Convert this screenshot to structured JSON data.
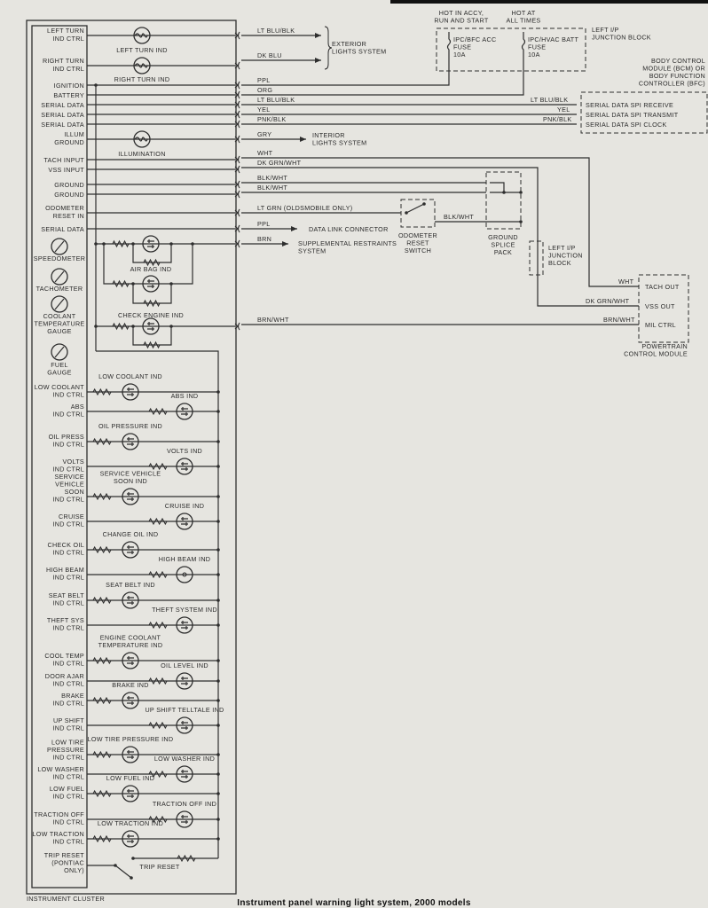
{
  "caption": "Instrument panel warning light system, 2000 models",
  "cluster": {
    "title": "INSTRUMENT CLUSTER",
    "pins": [
      [
        "LEFT TURN",
        "IND CTRL"
      ],
      [
        "RIGHT TURN",
        "IND CTRL"
      ],
      [
        "IGNITION"
      ],
      [
        "BATTERY"
      ],
      [
        "SERIAL DATA"
      ],
      [
        "SERIAL DATA"
      ],
      [
        "SERIAL DATA"
      ],
      [
        "ILLUM",
        "GROUND"
      ],
      [
        "TACH INPUT"
      ],
      [
        "VSS INPUT"
      ],
      [
        "GROUND"
      ],
      [
        "GROUND"
      ],
      [
        "ODOMETER",
        "RESET IN"
      ],
      [
        "SERIAL DATA"
      ]
    ],
    "lamps_top": [
      {
        "name": "LEFT TURN IND"
      },
      {
        "name": "RIGHT TURN IND"
      },
      {
        "name": "ILLUMINATION"
      },
      {
        "name": "AIR BAG IND"
      },
      {
        "name": "CHECK ENGINE IND"
      }
    ],
    "gauges": [
      [
        "SPEEDOMETER"
      ],
      [
        "TACHOMETER"
      ],
      [
        "COOLANT",
        "TEMPERATURE",
        "GAUGE"
      ],
      [
        "FUEL",
        "GAUGE"
      ]
    ],
    "indicators": [
      {
        "ctrl": [
          "LOW COOLANT",
          "IND CTRL"
        ],
        "name": [
          "LOW COOLANT IND"
        ]
      },
      {
        "ctrl": [
          "ABS",
          "IND CTRL"
        ],
        "name": [
          "ABS IND"
        ]
      },
      {
        "ctrl": [
          "OIL PRESS",
          "IND CTRL"
        ],
        "name": [
          "OIL PRESSURE IND"
        ]
      },
      {
        "ctrl": [
          "VOLTS",
          "IND CTRL"
        ],
        "name": [
          "VOLTS IND"
        ]
      },
      {
        "ctrl": [
          "SERVICE",
          "VEHICLE",
          "SOON",
          "IND CTRL"
        ],
        "name": [
          "SERVICE VEHICLE",
          "SOON IND"
        ]
      },
      {
        "ctrl": [
          "CRUISE",
          "IND CTRL"
        ],
        "name": [
          "CRUISE IND"
        ]
      },
      {
        "ctrl": [
          "CHECK OIL",
          "IND CTRL"
        ],
        "name": [
          "CHANGE OIL IND"
        ]
      },
      {
        "ctrl": [
          "HIGH BEAM",
          "IND CTRL"
        ],
        "name": [
          "HIGH BEAM IND"
        ]
      },
      {
        "ctrl": [
          "SEAT BELT",
          "IND CTRL"
        ],
        "name": [
          "SEAT BELT IND"
        ]
      },
      {
        "ctrl": [
          "THEFT SYS",
          "IND CTRL"
        ],
        "name": [
          "THEFT SYSTEM IND"
        ]
      },
      {
        "ctrl": [
          "COOL TEMP",
          "IND CTRL"
        ],
        "name": [
          "ENGINE COOLANT",
          "TEMPERATURE IND"
        ]
      },
      {
        "ctrl": [
          "DOOR AJAR",
          "IND CTRL"
        ],
        "name": [
          "OIL LEVEL IND"
        ]
      },
      {
        "ctrl": [
          "BRAKE",
          "IND CTRL"
        ],
        "name": [
          "BRAKE IND"
        ]
      },
      {
        "ctrl": [
          "UP SHIFT",
          "IND CTRL"
        ],
        "name": [
          "UP SHIFT TELLTALE IND"
        ]
      },
      {
        "ctrl": [
          "LOW TIRE",
          "PRESSURE",
          "IND CTRL"
        ],
        "name": [
          "LOW TIRE PRESSURE IND"
        ]
      },
      {
        "ctrl": [
          "LOW WASHER",
          "IND CTRL"
        ],
        "name": [
          "LOW WASHER IND"
        ]
      },
      {
        "ctrl": [
          "LOW FUEL",
          "IND CTRL"
        ],
        "name": [
          "LOW FUEL IND"
        ]
      },
      {
        "ctrl": [
          "TRACTION OFF",
          "IND CTRL"
        ],
        "name": [
          "TRACTION OFF IND"
        ]
      },
      {
        "ctrl": [
          "LOW TRACTION",
          "IND CTRL"
        ],
        "name": [
          "LOW TRACTION IND"
        ]
      }
    ],
    "trip_reset": {
      "ctrl": [
        "TRIP RESET",
        "(PONTIAC",
        "ONLY)"
      ],
      "name": "TRIP RESET"
    }
  },
  "wires": {
    "left_turn": "LT BLU/BLK",
    "right_turn": "DK BLU",
    "ignition": "PPL",
    "battery": "ORG",
    "serial1": "LT BLU/BLK",
    "serial2": "YEL",
    "serial3": "PNK/BLK",
    "illum": "GRY",
    "tach": "WHT",
    "vss": "DK GRN/WHT",
    "ground1": "BLK/WHT",
    "ground2": "BLK/WHT",
    "odometer": "LT GRN (OLDSMOBILE ONLY)",
    "serial_dlc": "PPL",
    "srs": "BRN",
    "odo_ground": "BLK/WHT",
    "mil": "BRN/WHT",
    "bcm_serial1": "LT BLU/BLK",
    "bcm_serial2": "YEL",
    "bcm_serial3": "PNK/BLK",
    "pcm_tach": "WHT",
    "pcm_vss": "DK GRN/WHT",
    "pcm_mil": "BRN/WHT"
  },
  "destinations": {
    "exterior_lights": [
      "EXTERIOR",
      "LIGHTS SYSTEM"
    ],
    "interior_lights": [
      "INTERIOR",
      "LIGHTS SYSTEM"
    ],
    "data_link": "DATA LINK CONNECTOR",
    "srs": [
      "SUPPLEMENTAL RESTRAINTS",
      "SYSTEM"
    ],
    "odometer_switch": [
      "ODOMETER",
      "RESET",
      "SWITCH"
    ],
    "ground_splice": [
      "GROUND",
      "SPLICE",
      "PACK"
    ],
    "junction_block_2": [
      "LEFT I/P",
      "JUNCTION",
      "BLOCK"
    ]
  },
  "fuse_block": {
    "title": [
      "LEFT I/P",
      "JUNCTION BLOCK"
    ],
    "hot1": [
      "HOT IN ACCY,",
      "RUN AND START"
    ],
    "hot2": [
      "HOT AT",
      "ALL TIMES"
    ],
    "fuse1": [
      "IPC/BFC ACC",
      "FUSE",
      "10A"
    ],
    "fuse2": [
      "IPC/HVAC BATT",
      "FUSE",
      "10A"
    ]
  },
  "bcm": {
    "title": [
      "BODY CONTROL",
      "MODULE (BCM) OR",
      "BODY FUNCTION",
      "CONTROLLER (BFC)"
    ],
    "pins": [
      "SERIAL DATA SPI RECEIVE",
      "SERIAL DATA SPI TRANSMIT",
      "SERIAL DATA SPI CLOCK"
    ]
  },
  "pcm": {
    "title": [
      "POWERTRAIN",
      "CONTROL MODULE"
    ],
    "pins": [
      "TACH OUT",
      "VSS OUT",
      "MIL CTRL"
    ]
  }
}
